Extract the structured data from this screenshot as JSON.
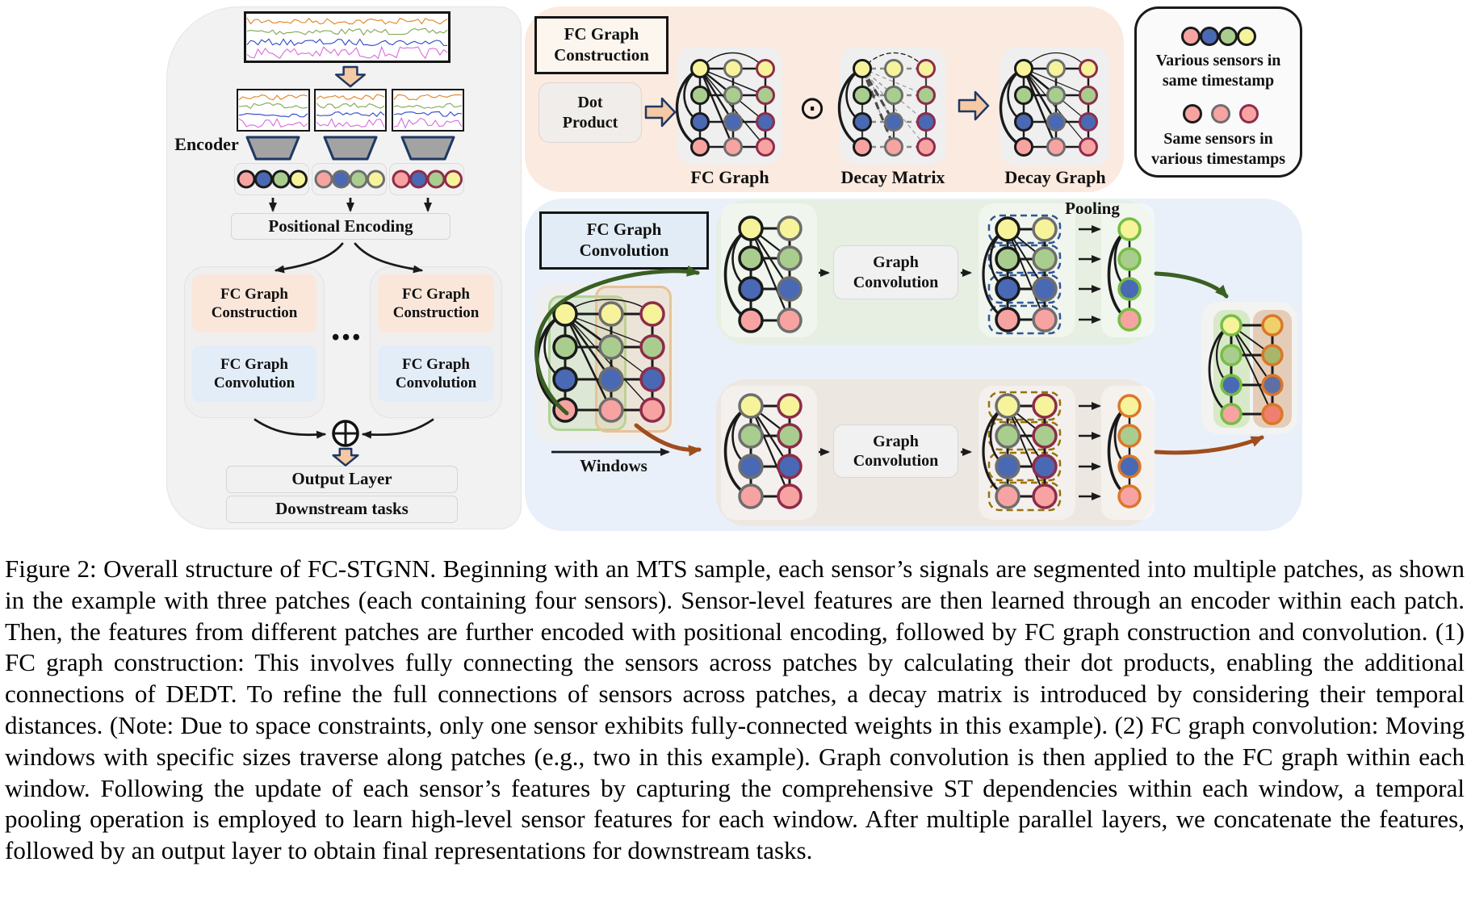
{
  "figure": {
    "left_panel": {
      "encoder_label": "Encoder",
      "positional_encoding_label": "Positional Encoding",
      "fc_graph_construction_label": "FC Graph Construction",
      "fc_graph_convolution_label": "FC Graph Convolution",
      "ellipsis": "•••",
      "output_layer_label": "Output Layer",
      "downstream_tasks_label": "Downstream tasks"
    },
    "construction_panel": {
      "title": "FC Graph Construction",
      "dot_product_label": "Dot Product",
      "fc_graph_caption": "FC Graph",
      "hadamard_symbol": "⊙",
      "decay_matrix_caption": "Decay Matrix",
      "decay_graph_caption": "Decay Graph"
    },
    "legend": {
      "row1_label_line1": "Various sensors in",
      "row1_label_line2": "same timestamp",
      "row2_label_line1": "Same sensors in",
      "row2_label_line2": "various timestamps"
    },
    "convolution_panel": {
      "title": "FC Graph Convolution",
      "windows_label": "Windows",
      "graph_convolution_label": "Graph Convolution",
      "pooling_label": "Pooling"
    },
    "icons": {
      "hadamard_product": "⊙",
      "aggregate_sum": "⊕"
    },
    "palette": {
      "sensor_node_fills_top_to_bottom": [
        "#F6F39B",
        "#A9CD8E",
        "#4A69B4",
        "#F7A3A2"
      ],
      "patch_border_colors": [
        "#1A1A1A",
        "#6E6E6E",
        "#8E2C4A"
      ],
      "window1_border": "#76BE43",
      "window2_border": "#DB7728",
      "window1_arrow": "#3A5F23",
      "window2_arrow": "#A04D1D",
      "dashed_box_blue": "#2F5597",
      "dashed_box_gold": "#96720B",
      "signal_colors": [
        "#E0821F",
        "#7FA650",
        "#2F45C8",
        "#D86CD8"
      ],
      "concat_right_fills": [
        "#EFD06B",
        "#A9B56A",
        "#5F6FA3",
        "#EF8070"
      ],
      "panel_peach": "#FBEADF",
      "panel_blue": "#E9F0F9",
      "panel_green": "#E6EFE2",
      "panel_brown": "#EDE7E1",
      "block_arrow_fill": "#F5C9A4",
      "block_arrow_border": "#1F3864"
    }
  },
  "caption": "Figure 2: Overall structure of FC-STGNN. Beginning with an MTS sample, each sensor’s signals are segmented into multiple patches, as shown in the example with three patches (each containing four sensors). Sensor-level features are then learned through an encoder within each patch. Then, the features from different patches are further encoded with positional encoding, followed by FC graph construction and convolution. (1) FC graph construction: This involves fully connecting the sensors across patches by calculating their dot products, enabling the additional connections of DEDT. To refine the full connections of sensors across patches, a decay matrix is introduced by considering their temporal distances. (Note: Due to space constraints, only one sensor exhibits fully-connected weights in this example). (2) FC graph convolution: Moving windows with specific sizes traverse along patches (e.g., two in this example). Graph convolution is then applied to the FC graph within each window. Following the update of each sensor’s features by capturing the comprehensive ST dependencies within each window, a temporal pooling operation is employed to learn high-level sensor features for each window. After multiple parallel layers, we concatenate the features, followed by an output layer to obtain final representations for downstream tasks."
}
